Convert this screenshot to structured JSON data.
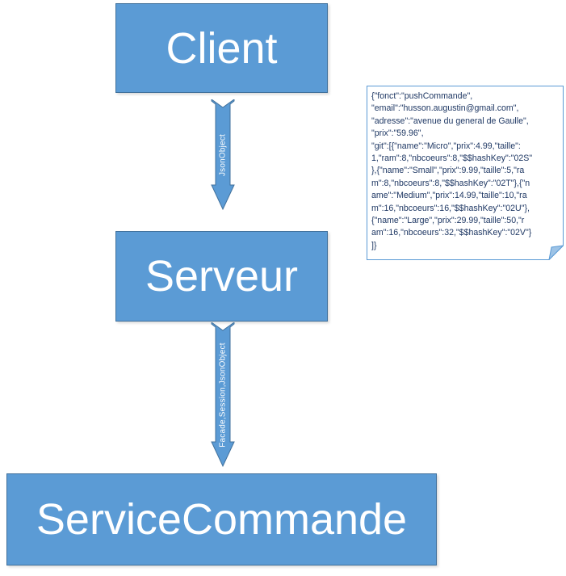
{
  "nodes": {
    "client": "Client",
    "serveur": "Serveur",
    "service": "ServiceCommande"
  },
  "edges": {
    "client_to_serveur": "JsonObject",
    "serveur_to_service": "Facade,Session,JsonObject"
  },
  "note": {
    "lines": [
      "{\"fonct\":\"pushCommande\",",
      "\"email\":\"husson.augustin@gmail.com\",",
      "\"adresse\":\"avenue du general de Gaulle\",",
      "\"prix\":\"59.96\",",
      "\"git\":[{\"name\":\"Micro\",\"prix\":4.99,\"taille\":",
      "1,\"ram\":8,\"nbcoeurs\":8,\"$$hashKey\":\"02S\"",
      "},{\"name\":\"Small\",\"prix\":9.99,\"taille\":5,\"ra",
      "m\":8,\"nbcoeurs\":8,\"$$hashKey\":\"02T\"},{\"n",
      "ame\":\"Medium\",\"prix\":14.99,\"taille\":10,\"ra",
      "m\":16,\"nbcoeurs\":16,\"$$hashKey\":\"02U\"},",
      "{\"name\":\"Large\",\"prix\":29.99,\"taille\":50,\"r",
      "am\":16,\"nbcoeurs\":32,\"$$hashKey\":\"02V\"}",
      "]}"
    ]
  },
  "colors": {
    "box_fill": "#5b9bd5",
    "box_border": "#41719c",
    "note_text": "#1f3864"
  }
}
